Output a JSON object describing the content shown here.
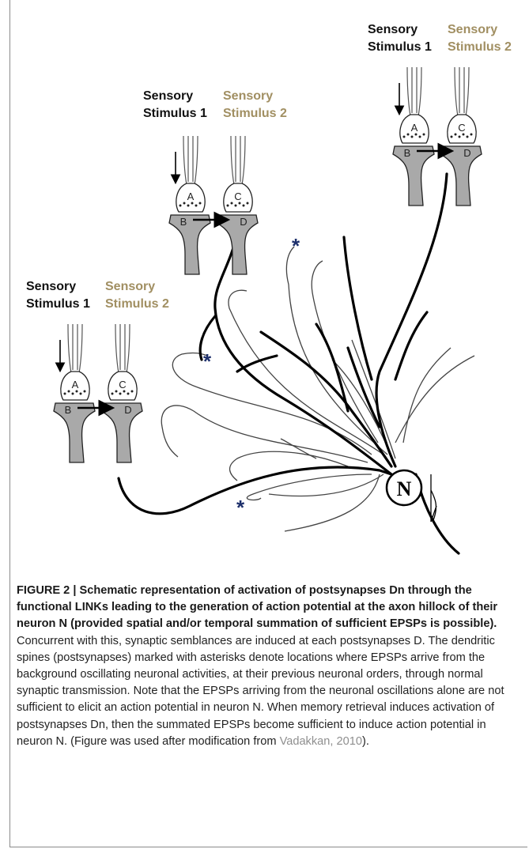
{
  "figure": {
    "groups": [
      {
        "stimulus1": [
          "Sensory",
          "Stimulus 1"
        ],
        "stimulus2": [
          "Sensory",
          "Stimulus 2"
        ],
        "letters": {
          "pre_left": "A",
          "pre_right": "C",
          "post_left": "B",
          "post_right": "D"
        }
      },
      {
        "stimulus1": [
          "Sensory",
          "Stimulus 1"
        ],
        "stimulus2": [
          "Sensory",
          "Stimulus 2"
        ],
        "letters": {
          "pre_left": "A",
          "pre_right": "C",
          "post_left": "B",
          "post_right": "D"
        }
      },
      {
        "stimulus1": [
          "Sensory",
          "Stimulus 1"
        ],
        "stimulus2": [
          "Sensory",
          "Stimulus 2"
        ],
        "letters": {
          "pre_left": "A",
          "pre_right": "C",
          "post_left": "B",
          "post_right": "D"
        }
      }
    ],
    "neuron_label": "N",
    "asterisk": "*"
  },
  "caption": {
    "heading": "FIGURE 2 | Schematic representation of activation of postsynapses Dn through the functional LINKs leading to the generation of action potential at the axon hillock of their neuron N (provided spatial and/or temporal summation of sufficient EPSPs is possible).",
    "body": " Concurrent with this, synaptic semblances are induced at each postsynapses D. The dendritic spines (postsynapses) marked with asterisks denote locations where EPSPs arrive from the background oscillating neuronal activities, at their previous neuronal orders, through normal synaptic transmission. Note that the EPSPs arriving from the neuronal oscillations alone are not sufficient to elicit an action potential in neuron N. When memory retrieval induces activation of postsynapses Dn, then the summated EPSPs become sufficient to induce action potential in neuron N. (Figure was used after modification from ",
    "reference": "Vadakkan, 2010",
    "tail": ")."
  },
  "colors": {
    "stimulus1": "#111111",
    "stimulus2": "#a18f62",
    "asterisk": "#1d2f6b",
    "postsynapse_fill": "#a9a9a9"
  }
}
